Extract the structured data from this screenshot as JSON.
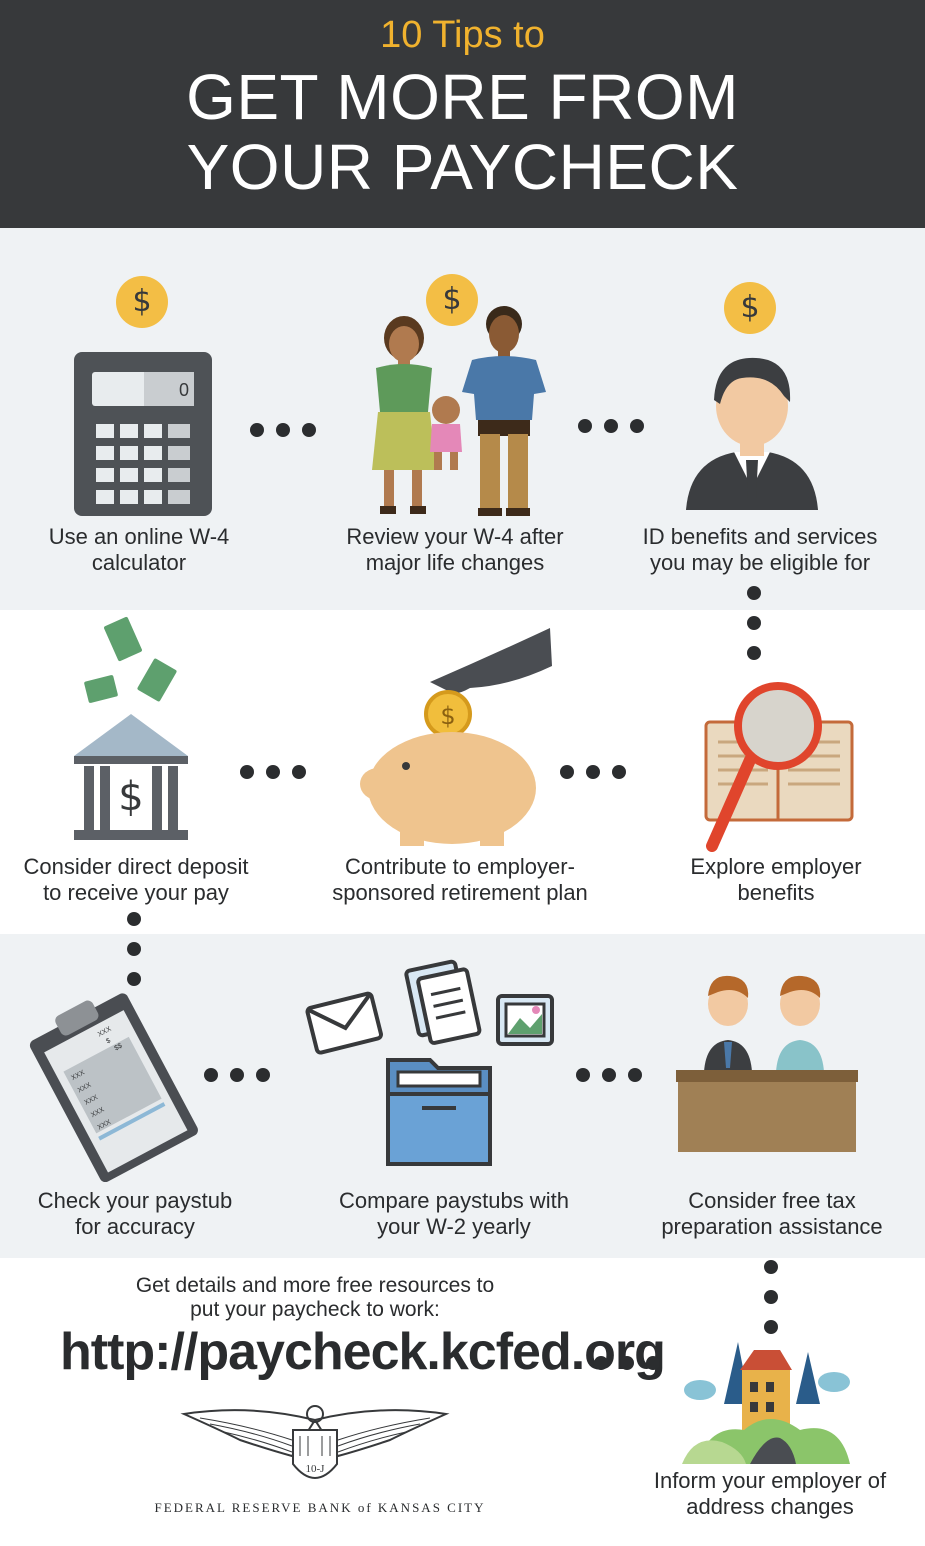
{
  "header": {
    "subtitle": "10 Tips to",
    "title_line1": "GET MORE FROM",
    "title_line2": "YOUR PAYCHECK"
  },
  "tips": [
    {
      "line1": "Use an online W-4",
      "line2": "calculator"
    },
    {
      "line1": "Review your W-4 after",
      "line2": "major life changes"
    },
    {
      "line1": "ID benefits and services",
      "line2": "you may be eligible for"
    },
    {
      "line1": "Consider direct deposit",
      "line2": "to receive your pay"
    },
    {
      "line1": "Contribute to employer-",
      "line2": "sponsored retirement plan"
    },
    {
      "line1": "Explore employer",
      "line2": "benefits"
    },
    {
      "line1": "Check your paystub",
      "line2": "for accuracy"
    },
    {
      "line1": "Compare paystubs with",
      "line2": "your W-2 yearly"
    },
    {
      "line1": "Consider free tax",
      "line2": "preparation assistance"
    },
    {
      "line1": "Inform your employer of",
      "line2": "address changes"
    }
  ],
  "icons": {
    "coin_symbol": "$",
    "calculator_display": "0",
    "bank_symbol": "$",
    "paystub_labels": [
      "XXX",
      "$",
      "$$",
      "XXX",
      "XXX",
      "XXX",
      "XXX",
      "XXX"
    ]
  },
  "footer": {
    "info_line1": "Get details and more free resources to",
    "info_line2": "put your paycheck to work:",
    "url": "http://paycheck.kcfed.org",
    "seal_text": "10-J",
    "bank_name": "FEDERAL RESERVE BANK of KANSAS CITY"
  },
  "colors": {
    "header_bg": "#37393b",
    "accent_gold": "#f0b22e",
    "band_light": "#eff2f4",
    "text_dark": "#2a2c2e"
  }
}
